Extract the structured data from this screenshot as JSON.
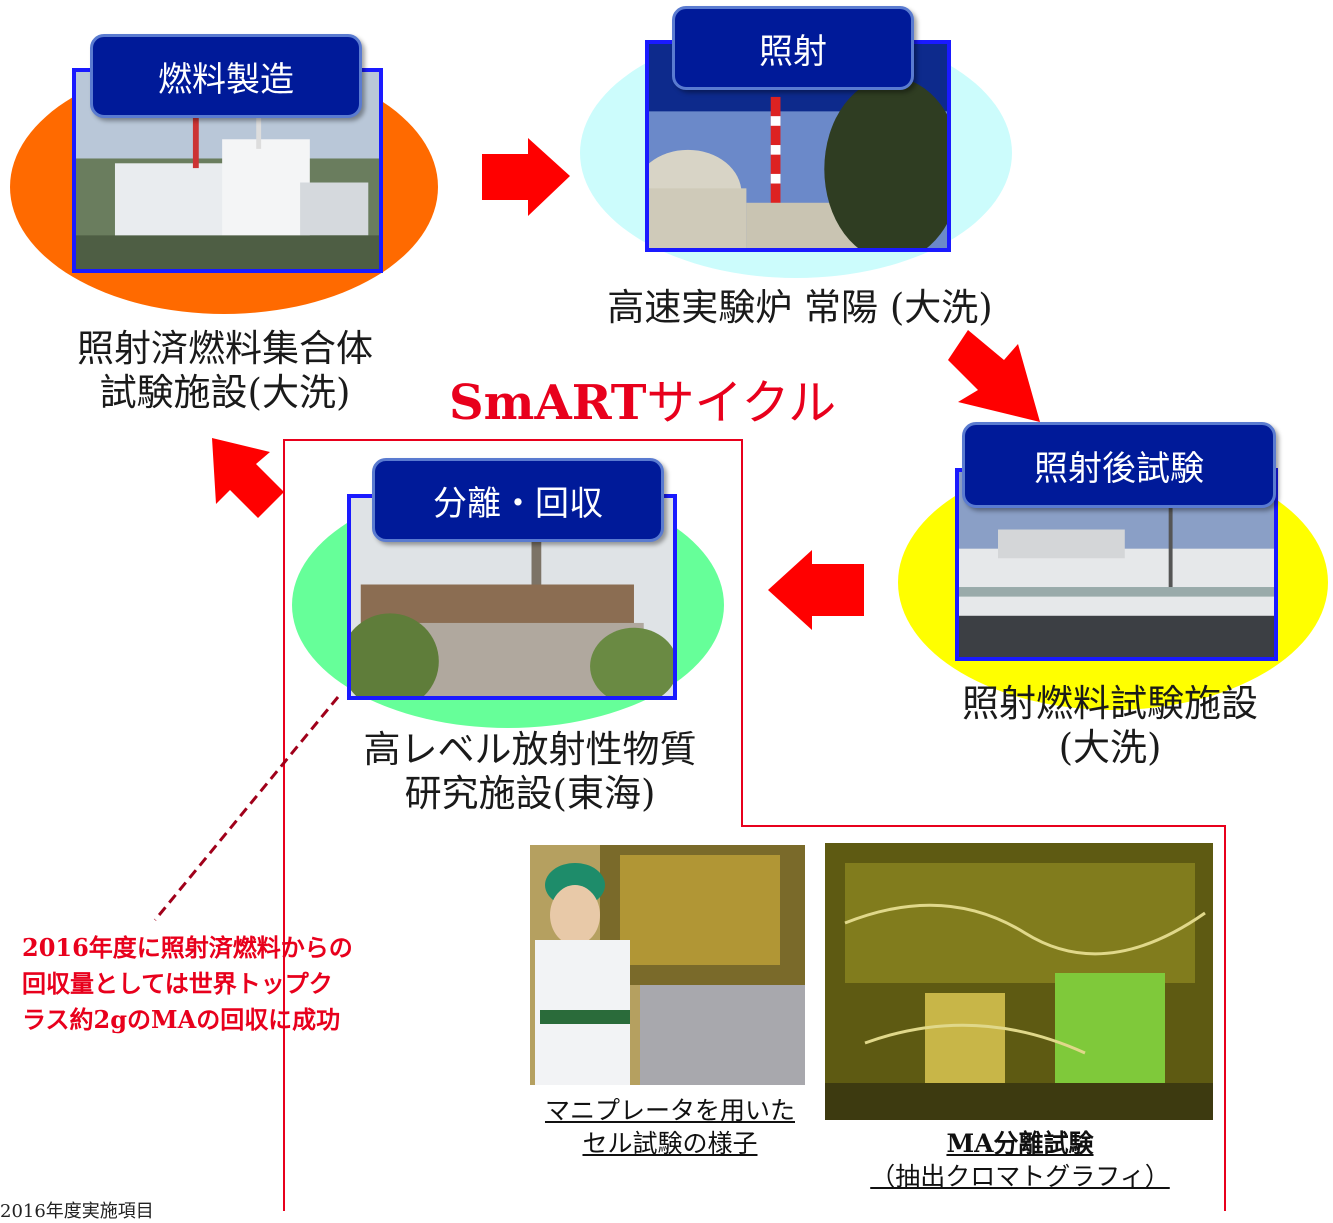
{
  "title": {
    "bold": "SmART",
    "rest": "サイクル"
  },
  "stages": {
    "fuel": {
      "tab": "燃料製造",
      "caption_line1": "照射済燃料集合体",
      "caption_line2": "試験施設(大洗)"
    },
    "irradiation": {
      "tab": "照射",
      "caption_line1": "高速実験炉 常陽 (大洗)"
    },
    "pie": {
      "tab": "照射後試験",
      "caption_line1": "照射燃料試験施設",
      "caption_line2": "(大洗)"
    },
    "separation": {
      "tab": "分離・回収",
      "caption_line1": "高レベル放射性物質",
      "caption_line2": "研究施設(東海)"
    }
  },
  "note": {
    "line1": "2016年度に照射済燃料からの",
    "line2": "回収量としては世界トップク",
    "line3": "ラス約2gのMAの回収に成功"
  },
  "photos": {
    "left_caption_line1": "マニプレータを用いた",
    "left_caption_line2": "セル試験の様子",
    "right_caption_line1": "MA分離試験",
    "right_caption_line2": "（抽出クロマトグラフィ）"
  },
  "footer": "2016年度実施項目",
  "colors": {
    "ellipse_fuel": "#ff6a00",
    "ellipse_irradiation": "#ccfcfc",
    "ellipse_pie": "#ffff00",
    "ellipse_separation": "#66ff99",
    "tab": "#001a99",
    "photo_border": "#1a1aff",
    "arrow": "#ff0000",
    "accent_red": "#e8001c"
  },
  "icons": [
    "arrow-right-icon",
    "arrow-down-icon",
    "arrow-left-icon",
    "arrow-up-left-icon"
  ]
}
